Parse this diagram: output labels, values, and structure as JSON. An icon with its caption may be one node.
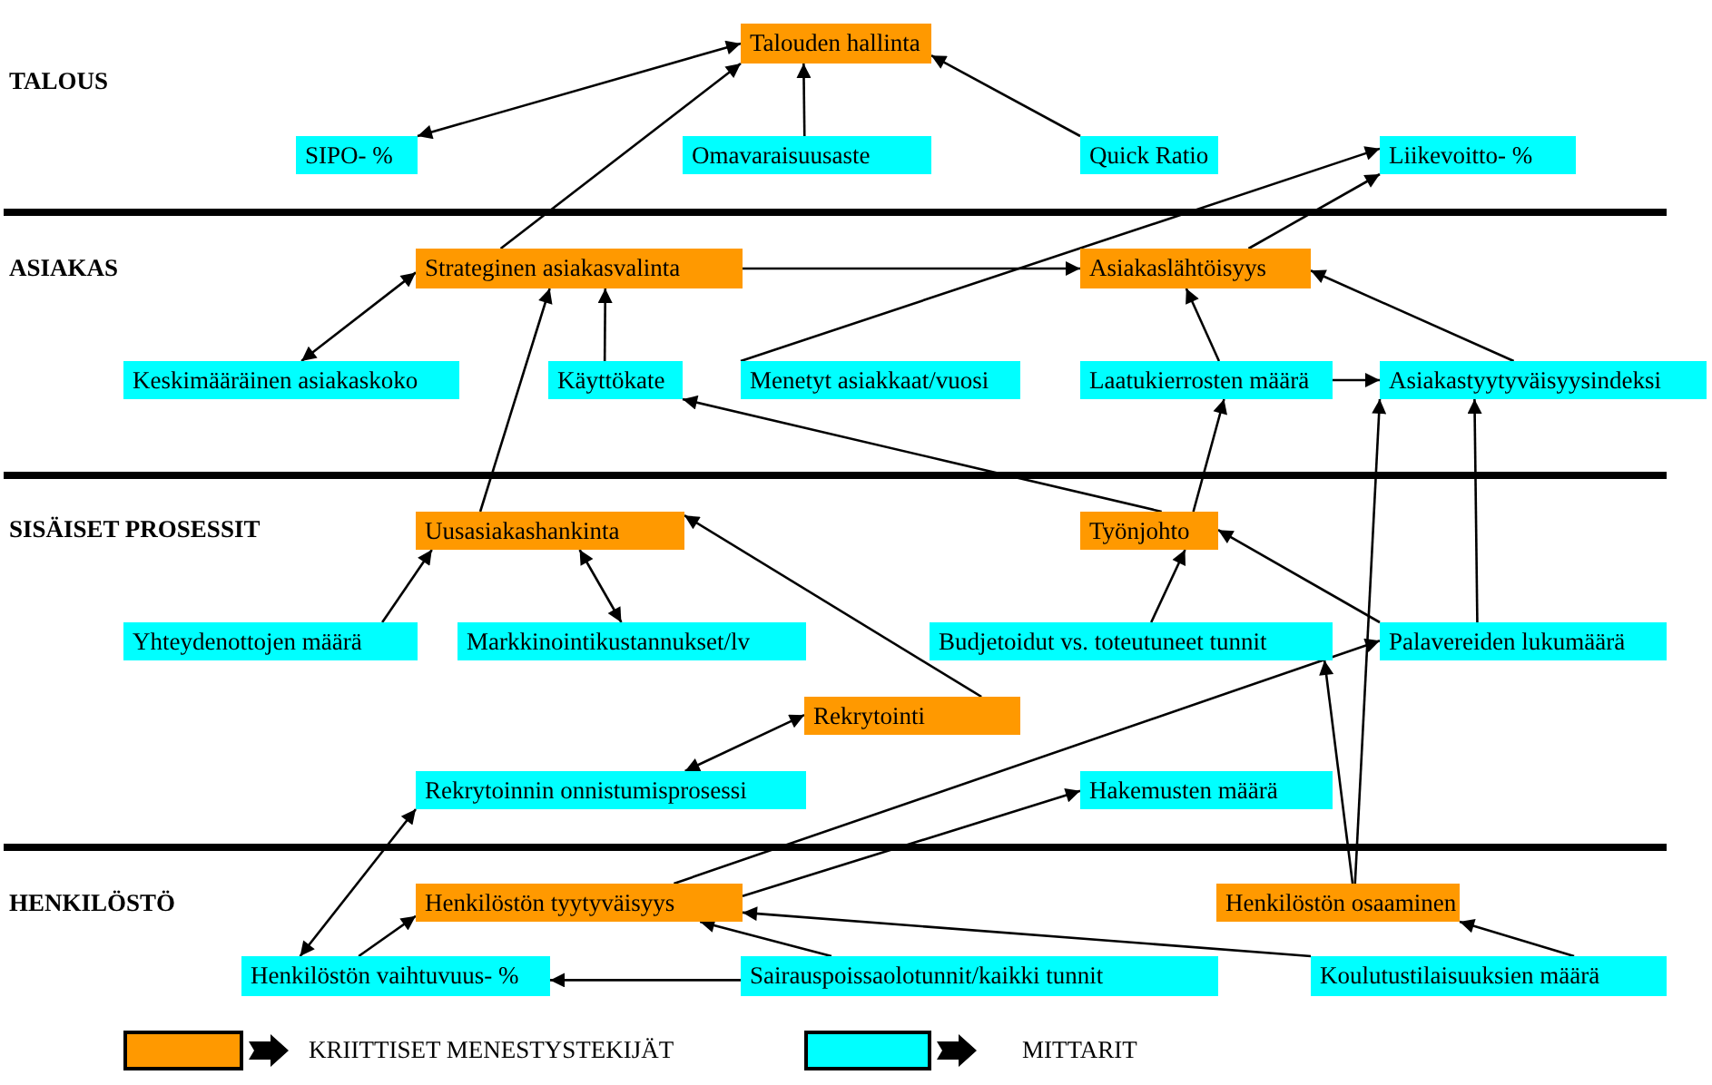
{
  "diagram": {
    "nodes": [
      {
        "text": [
          "Talouden hallinta"
        ]
      },
      {
        "text": [
          "SIPO- %"
        ]
      },
      {
        "text": [
          "Omavaraisuusaste"
        ]
      },
      {
        "text": [
          "Quick Ratio"
        ]
      },
      {
        "text": [
          "Liikevoitto- %"
        ]
      },
      {
        "text": [
          "Strateginen asiakasvalinta"
        ]
      },
      {
        "text": [
          "Asiakaslähtöisyys"
        ]
      },
      {
        "text": [
          "Keskimääräinen asiakaskoko"
        ]
      },
      {
        "text": [
          "Käyttökate"
        ]
      },
      {
        "text": [
          "Menetyt asiakkaat/vuosi"
        ]
      },
      {
        "text": [
          "Laatukierrosten määrä"
        ]
      },
      {
        "text": [
          "Asiakastyytyväisyysindeksi"
        ]
      },
      {
        "text": [
          "Uusasiakashankinta"
        ]
      },
      {
        "text": [
          "Työnjohto"
        ]
      },
      {
        "text": [
          "Yhteydenottojen määrä"
        ]
      },
      {
        "text": [
          "Markkinointikustannukset/lv"
        ]
      },
      {
        "text": [
          "Budjetoidut vs. toteutuneet tunnit"
        ]
      },
      {
        "text": [
          "Palavereiden lukumäärä"
        ]
      },
      {
        "text": [
          "Rekrytointi"
        ]
      },
      {
        "text": [
          "Rekrytoinnin onnistumisprosessi"
        ]
      },
      {
        "text": [
          "Hakemusten määrä"
        ]
      },
      {
        "text": [
          "Henkilöstön tyytyväisyys"
        ]
      },
      {
        "text": [
          "Henkilöstön osaaminen"
        ]
      },
      {
        "text": [
          "Henkilöstön vaihtuvuus- %"
        ]
      },
      {
        "text": [
          "Sairauspoissaolotunnit/kaikki tunnit"
        ]
      },
      {
        "text": [
          "Koulutustilaisuuksien määrä"
        ]
      }
    ],
    "edges": [
      {
        "from": 1,
        "to": 0,
        "arrow": "both"
      },
      {
        "from": 2,
        "to": 0,
        "arrow": "to"
      },
      {
        "from": 3,
        "to": 0,
        "arrow": "to"
      },
      {
        "from": 5,
        "to": 0,
        "arrow": "to"
      },
      {
        "from": 9,
        "to": 4,
        "arrow": "to"
      },
      {
        "from": 6,
        "to": 4,
        "arrow": "to"
      },
      {
        "from": 5,
        "to": 6,
        "arrow": "to"
      },
      {
        "from": 7,
        "to": 5,
        "arrow": "both"
      },
      {
        "from": 8,
        "to": 5,
        "arrow": "to"
      },
      {
        "from": 12,
        "to": 5,
        "arrow": "to"
      },
      {
        "from": 10,
        "to": 6,
        "arrow": "to"
      },
      {
        "from": 10,
        "to": 11,
        "arrow": "to"
      },
      {
        "from": 11,
        "to": 6,
        "arrow": "to"
      },
      {
        "from": 13,
        "to": 8,
        "arrow": "to"
      },
      {
        "from": 13,
        "to": 10,
        "arrow": "to"
      },
      {
        "from": 22,
        "to": 11,
        "arrow": "to"
      },
      {
        "from": 17,
        "to": 11,
        "arrow": "to"
      },
      {
        "from": 17,
        "to": 13,
        "arrow": "to"
      },
      {
        "from": 16,
        "to": 13,
        "arrow": "to"
      },
      {
        "from": 22,
        "to": 16,
        "arrow": "to"
      },
      {
        "from": 18,
        "to": 12,
        "arrow": "to"
      },
      {
        "from": 14,
        "to": 12,
        "arrow": "to"
      },
      {
        "from": 15,
        "to": 12,
        "arrow": "both"
      },
      {
        "from": 19,
        "to": 18,
        "arrow": "both"
      },
      {
        "from": 21,
        "to": 17,
        "arrow": "to"
      },
      {
        "from": 21,
        "to": 20,
        "arrow": "to"
      },
      {
        "from": 23,
        "to": 19,
        "arrow": "both"
      },
      {
        "from": 23,
        "to": 21,
        "arrow": "to"
      },
      {
        "from": 24,
        "to": 23,
        "arrow": "to"
      },
      {
        "from": 24,
        "to": 21,
        "arrow": "to"
      },
      {
        "from": 25,
        "to": 21,
        "arrow": "to"
      },
      {
        "from": 25,
        "to": 22,
        "arrow": "to"
      }
    ],
    "labels": [
      "TALOUS",
      "ASIAKAS",
      "SISÄISET PROSESSIT",
      "HENKILÖSTÖ"
    ],
    "legend": [
      {
        "text": "KRIITTISET MENESTYSTEKIJÄT",
        "color": "#ff9900"
      },
      {
        "text": "MITTARIT",
        "color": "#00ffff"
      }
    ]
  }
}
